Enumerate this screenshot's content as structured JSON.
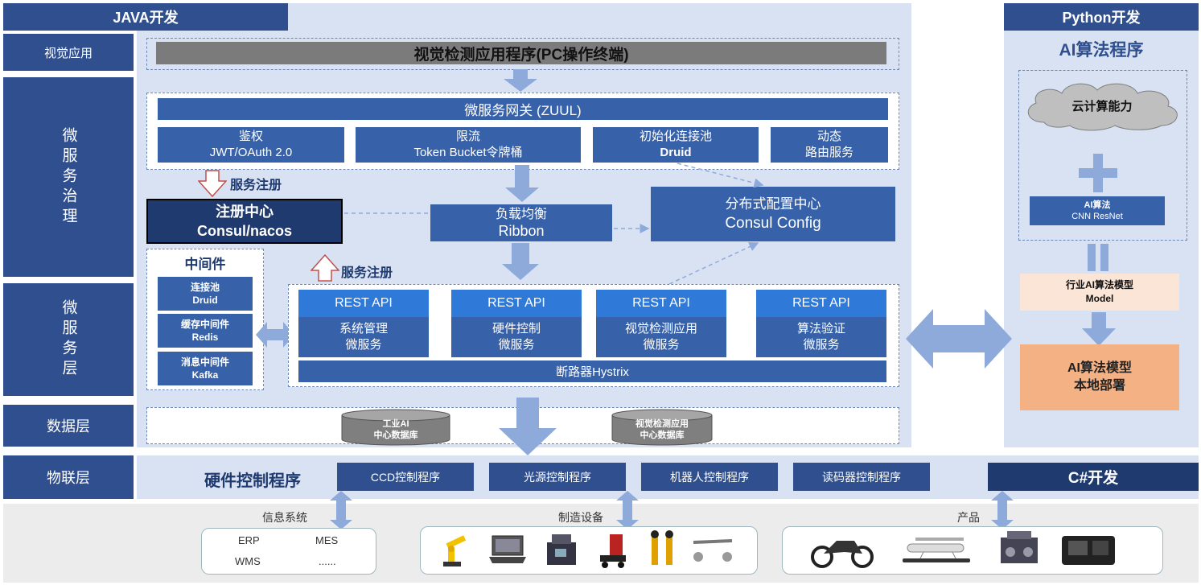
{
  "headers": {
    "java": "JAVA开发",
    "python": "Python开发",
    "csharp": "C#开发"
  },
  "layers": {
    "visual_app": "视觉应用",
    "microservice_gov": "微服务治理",
    "microservice_layer": "微服务层",
    "data_layer": "数据层",
    "iot_layer": "物联层"
  },
  "visual_app_program": "视觉检测应用程序(PC操作终端)",
  "gateway": {
    "title": "微服务网关 (ZUUL)",
    "items": [
      {
        "line1": "鉴权",
        "line2": "JWT/OAuth 2.0"
      },
      {
        "line1": "限流",
        "line2": "Token Bucket令牌桶"
      },
      {
        "line1": "初始化连接池",
        "line2": "Druid"
      },
      {
        "line1": "动态",
        "line2": "路由服务"
      }
    ]
  },
  "service_register_1": "服务注册",
  "service_register_2": "服务注册",
  "registry": {
    "line1": "注册中心",
    "line2": "Consul/nacos"
  },
  "load_balance": {
    "line1": "负载均衡",
    "line2": "Ribbon"
  },
  "config_center": {
    "line1": "分布式配置中心",
    "line2": "Consul Config"
  },
  "middleware": {
    "title": "中间件",
    "items": [
      {
        "line1": "连接池",
        "line2": "Druid"
      },
      {
        "line1": "缓存中间件",
        "line2": "Redis"
      },
      {
        "line1": "消息中间件",
        "line2": "Kafka"
      }
    ]
  },
  "services": [
    {
      "api": "REST API",
      "line1": "系统管理",
      "line2": "微服务"
    },
    {
      "api": "REST API",
      "line1": "硬件控制",
      "line2": "微服务"
    },
    {
      "api": "REST API",
      "line1": "视觉检测应用",
      "line2": "微服务"
    },
    {
      "api": "REST API",
      "line1": "算法验证",
      "line2": "微服务"
    }
  ],
  "circuit_breaker": "断路器Hystrix",
  "databases": [
    {
      "line1": "工业AI",
      "line2": "中心数据库"
    },
    {
      "line1": "视觉检测应用",
      "line2": "中心数据库"
    }
  ],
  "hardware": {
    "title": "硬件控制程序",
    "items": [
      "CCD控制程序",
      "光源控制程序",
      "机器人控制程序",
      "读码器控制程序"
    ]
  },
  "ai": {
    "title": "AI算法程序",
    "cloud": "云计算能力",
    "algo_line1": "AI算法",
    "algo_line2": "CNN ResNet",
    "industry_line1": "行业AI算法模型",
    "industry_line2": "Model",
    "deploy_line1": "AI算法模型",
    "deploy_line2": "本地部署"
  },
  "bottom": {
    "info_system": "信息系统",
    "manufacturing": "制造设备",
    "product": "产品",
    "info_items": [
      "ERP",
      "MES",
      "WMS",
      "......"
    ]
  },
  "colors": {
    "navy": "#2f4f8f",
    "bright_blue": "#2f7ad9",
    "panel": "#d9e2f2",
    "peach_light": "#fbe5d6",
    "peach": "#f4b183",
    "arrow": "#8eaadb"
  }
}
